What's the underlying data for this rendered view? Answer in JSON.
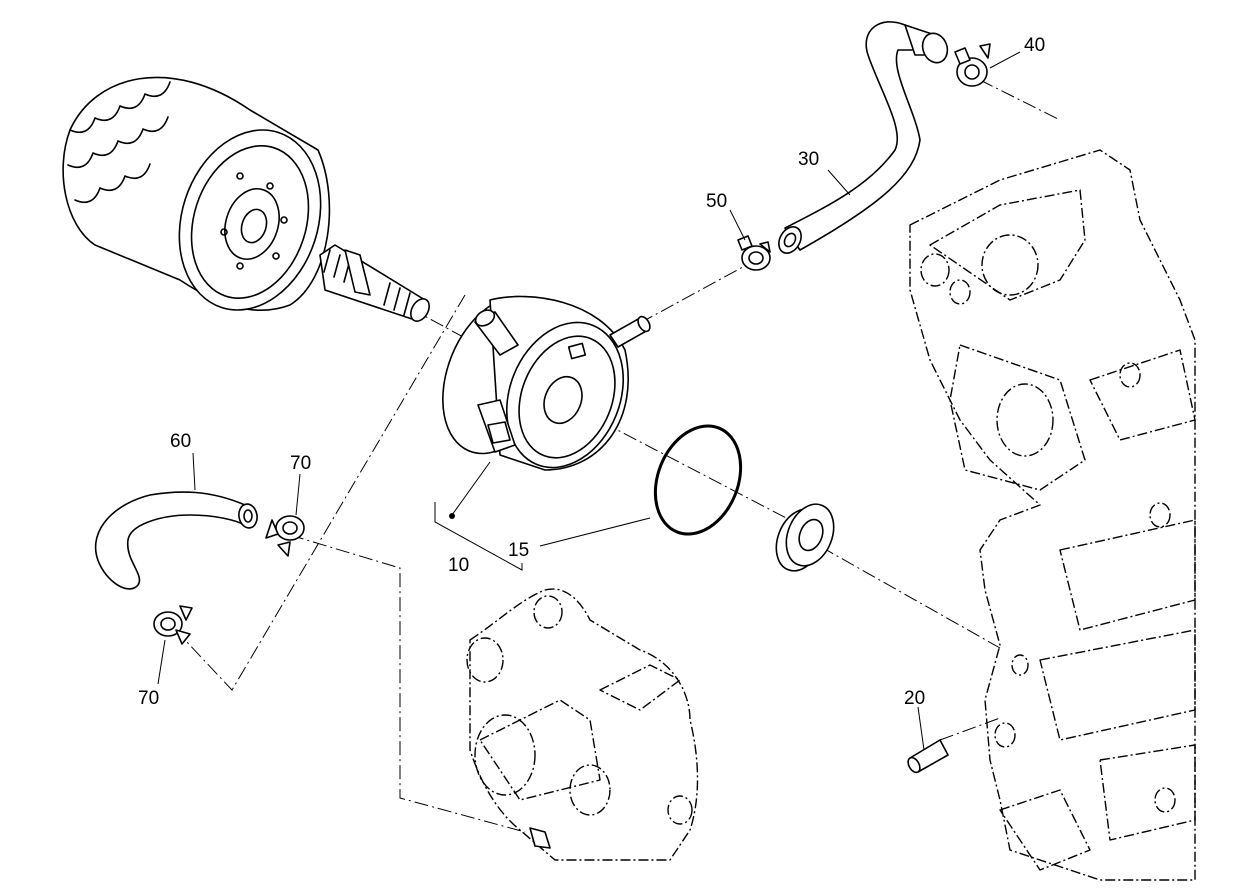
{
  "callouts": {
    "c10": "10",
    "c15": "15",
    "c20": "20",
    "c30": "30",
    "c40": "40",
    "c50": "50",
    "c60": "60",
    "c70a": "70",
    "c70b": "70"
  }
}
